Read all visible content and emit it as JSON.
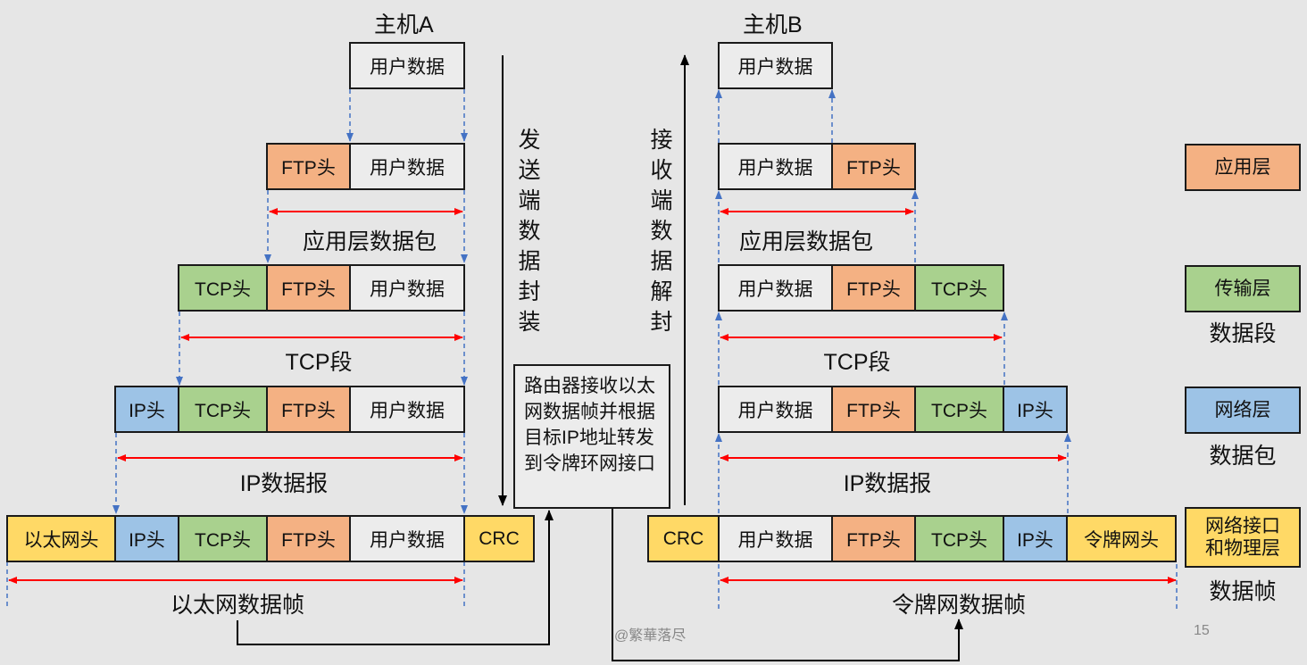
{
  "hosts": {
    "a": "主机A",
    "b": "主机B"
  },
  "fields": {
    "user_data": "用户数据",
    "ftp_header": "FTP头",
    "tcp_header": "TCP头",
    "ip_header": "IP头",
    "eth_header": "以太网头",
    "token_header": "令牌网头",
    "crc": "CRC"
  },
  "spans": {
    "app_packet": "应用层数据包",
    "tcp_segment": "TCP段",
    "ip_datagram": "IP数据报",
    "eth_frame": "以太网数据帧",
    "token_frame": "令牌网数据帧"
  },
  "process": {
    "send": "发送端数据封装",
    "recv": "接收端数据解封"
  },
  "router_note": "路由器接收以太网数据帧并根据目标IP地址转发到令牌环网接口",
  "legend": {
    "app": "应用层",
    "transport": "传输层",
    "transport_unit": "数据段",
    "network": "网络层",
    "network_unit": "数据包",
    "link": "网络接口和物理层",
    "link_unit": "数据帧"
  },
  "watermark": "@繁華落尽",
  "page_number": "15",
  "colors": {
    "user": "#ececec",
    "ftp": "#f4b183",
    "tcp": "#a9d18e",
    "ip": "#9dc3e6",
    "eth": "#ffd966",
    "span_arrow": "#ff0000",
    "guide": "#4472c4",
    "flow": "#000000"
  }
}
